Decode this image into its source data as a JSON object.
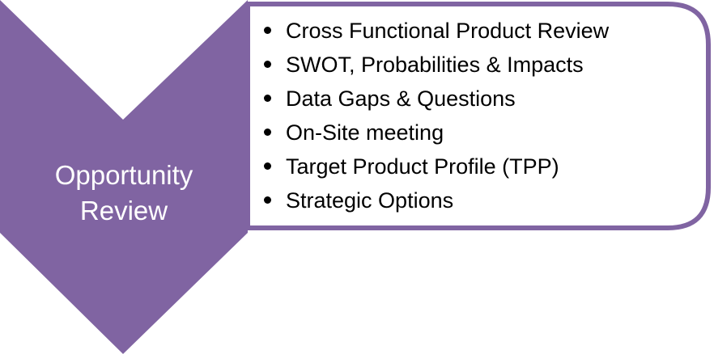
{
  "diagram": {
    "chevron": {
      "label_lines": [
        "Opportunity",
        "Review"
      ]
    },
    "panel": {
      "items": [
        "Cross Functional Product Review",
        "SWOT, Probabilities & Impacts",
        "Data Gaps & Questions",
        "On-Site meeting",
        "Target Product Profile (TPP)",
        "Strategic Options"
      ]
    }
  },
  "colors": {
    "chevron_fill": "#8064A2",
    "panel_border": "#8064A2",
    "panel_fill": "#FFFFFF",
    "text_dark": "#000000",
    "text_light": "#FFFFFF"
  }
}
